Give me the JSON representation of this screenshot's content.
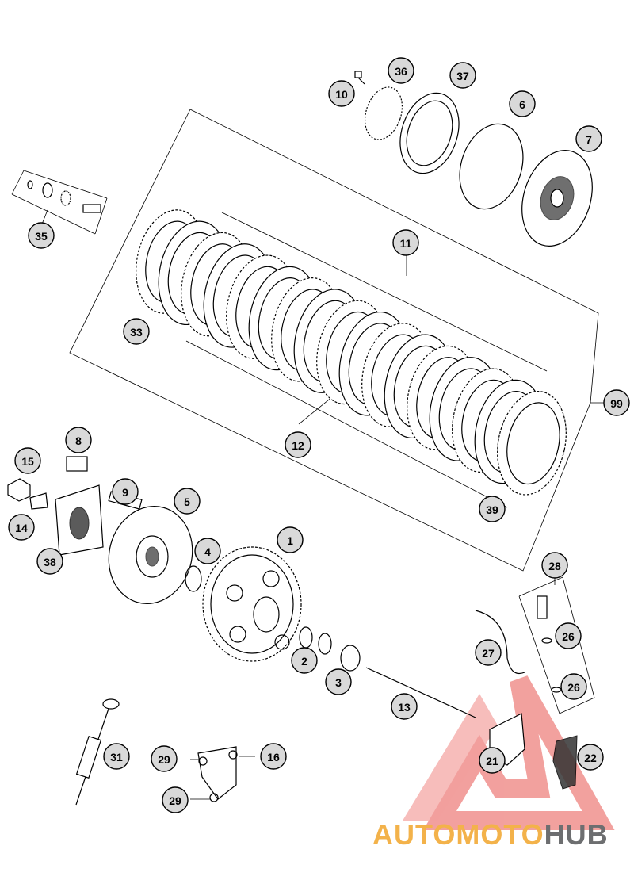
{
  "callouts": [
    {
      "id": "c1",
      "label": "1"
    },
    {
      "id": "c2",
      "label": "2"
    },
    {
      "id": "c3",
      "label": "3"
    },
    {
      "id": "c4",
      "label": "4"
    },
    {
      "id": "c5",
      "label": "5"
    },
    {
      "id": "c6",
      "label": "6"
    },
    {
      "id": "c7",
      "label": "7"
    },
    {
      "id": "c8",
      "label": "8"
    },
    {
      "id": "c9",
      "label": "9"
    },
    {
      "id": "c10",
      "label": "10"
    },
    {
      "id": "c11",
      "label": "11"
    },
    {
      "id": "c12",
      "label": "12"
    },
    {
      "id": "c13",
      "label": "13"
    },
    {
      "id": "c14",
      "label": "14"
    },
    {
      "id": "c15",
      "label": "15"
    },
    {
      "id": "c16",
      "label": "16"
    },
    {
      "id": "c21",
      "label": "21"
    },
    {
      "id": "c22",
      "label": "22"
    },
    {
      "id": "c26a",
      "label": "26"
    },
    {
      "id": "c26b",
      "label": "26"
    },
    {
      "id": "c27",
      "label": "27"
    },
    {
      "id": "c28",
      "label": "28"
    },
    {
      "id": "c29a",
      "label": "29"
    },
    {
      "id": "c29b",
      "label": "29"
    },
    {
      "id": "c31",
      "label": "31"
    },
    {
      "id": "c33",
      "label": "33"
    },
    {
      "id": "c35",
      "label": "35"
    },
    {
      "id": "c36",
      "label": "36"
    },
    {
      "id": "c37",
      "label": "37"
    },
    {
      "id": "c38",
      "label": "38"
    },
    {
      "id": "c39",
      "label": "39"
    },
    {
      "id": "c99",
      "label": "99"
    }
  ],
  "watermark": {
    "part1": "AUTOMOTO",
    "part2": "HUB",
    "color_primary": "#f3b24a",
    "color_secondary": "#6d6e70",
    "triangle_color": "#e8534f"
  }
}
